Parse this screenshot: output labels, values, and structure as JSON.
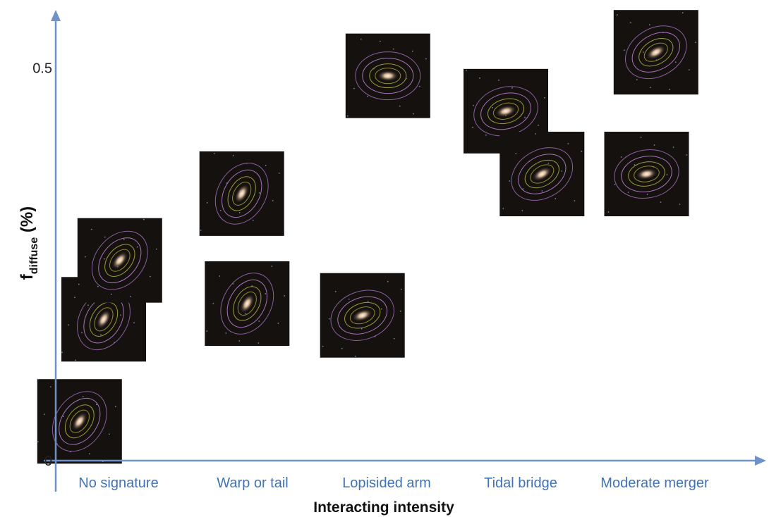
{
  "chart_data": {
    "type": "scatter",
    "marker": "galaxy-image-thumbnail",
    "xlabel": "Interacting intensity",
    "ylabel_main": "f",
    "ylabel_sub": "diffuse",
    "ylabel_unit": " (%)",
    "categories": [
      "No signature",
      "Warp or tail",
      "Lopisided arm",
      "Tidal bridge",
      "Moderate merger"
    ],
    "yticks": [
      0,
      0.5
    ],
    "ytick_labels": [
      "0",
      "0.5"
    ],
    "ylim": [
      0,
      0.57
    ],
    "grid": false,
    "legend": "none",
    "points": [
      {
        "category": "No signature",
        "offset": -0.28,
        "y": 0.05
      },
      {
        "category": "No signature",
        "offset": -0.1,
        "y": 0.18
      },
      {
        "category": "No signature",
        "offset": 0.02,
        "y": 0.255
      },
      {
        "category": "Warp or tail",
        "offset": -0.07,
        "y": 0.34
      },
      {
        "category": "Warp or tail",
        "offset": -0.03,
        "y": 0.2
      },
      {
        "category": "Lopisided arm",
        "offset": 0.02,
        "y": 0.49
      },
      {
        "category": "Lopisided arm",
        "offset": -0.17,
        "y": 0.185
      },
      {
        "category": "Tidal bridge",
        "offset": -0.1,
        "y": 0.445
      },
      {
        "category": "Tidal bridge",
        "offset": 0.17,
        "y": 0.365
      },
      {
        "category": "Moderate merger",
        "offset": 0.02,
        "y": 0.52
      },
      {
        "category": "Moderate merger",
        "offset": -0.05,
        "y": 0.365
      }
    ]
  }
}
